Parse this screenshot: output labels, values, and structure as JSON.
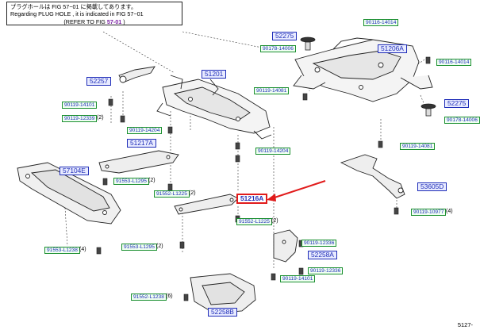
{
  "note": {
    "line1": "プラグホールは FIG 57−01 に掲載してあります。",
    "line2": "Regarding PLUG HOLE , it is indicated in FIG 57−01",
    "line3_prefix": "(REFER TO FIG ",
    "line3_ref": "57-01",
    "line3_suffix": " )"
  },
  "labels": {
    "p90116_14014_a": "90116-14014",
    "p52275_a": "52275",
    "p90178_14006_a": "90178-14006",
    "p51206A": "51206A",
    "p90116_14014_b": "90116-14014",
    "p52257": "52257",
    "p51201": "51201",
    "p90119_14081_a": "90119-14081",
    "p52275_b": "52275",
    "p90178_14006_b": "90178-14006",
    "p90119_14101_a": "90119-14101",
    "p90119_12339": "90119-12339",
    "p90119_14204_a": "90119-14204",
    "p90119_14081_b": "90119-14081",
    "p51217A": "51217A",
    "p90119_14204_b": "90119-14204",
    "p57104E": "57104E",
    "p91553_l1295_a": "91553-L1295",
    "p91552_l1225_a": "91552-L1225",
    "p51216A": "51216A",
    "p53605D": "53605D",
    "p90119_10977": "90119-10977",
    "p91552_l1225_b": "91552-L1225",
    "p91553_l1238": "91553-L1238",
    "p91553_l1295_b": "91553-L1295",
    "p90119_12336_a": "90119-12336",
    "p52258A": "52258A",
    "p90119_12336_b": "90119-12336",
    "p90119_14101_b": "90119-14101",
    "p91552_l1238": "91552-L1238",
    "p52258B": "52258B"
  },
  "quantities": {
    "q12339": "(2)",
    "q1295a": "(2)",
    "q1225a": "(2)",
    "q10977": "(4)",
    "q1225b": "(2)",
    "q1238": "(4)",
    "q1295b": "(2)",
    "q1238b": "(6)"
  },
  "page_number": "5127-",
  "colors": {
    "callout_blue": "#1f2db8",
    "callout_green": "#1a8f2f",
    "highlight_red": "#e11b1b"
  }
}
